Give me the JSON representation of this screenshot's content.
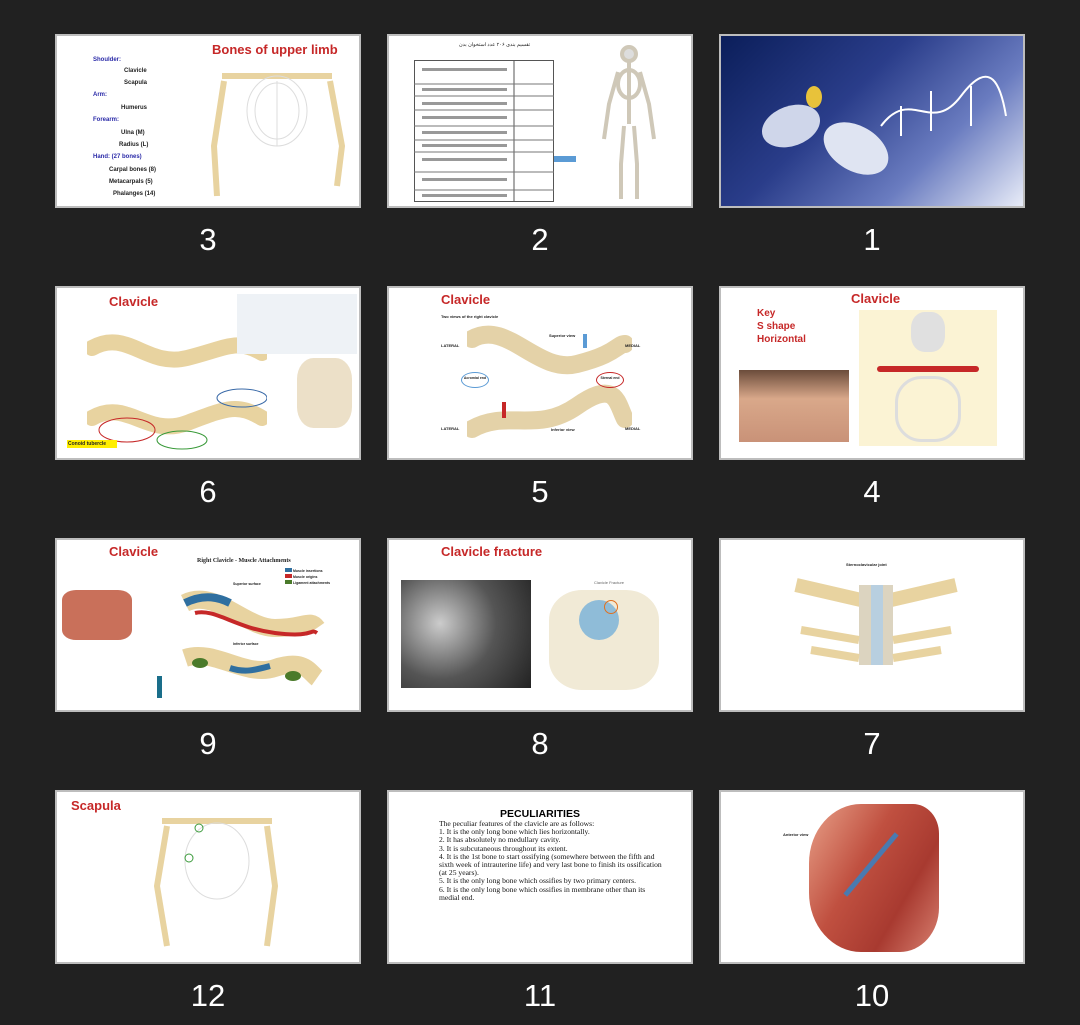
{
  "slides": [
    {
      "number": "3",
      "title": "Bones of upper limb",
      "items": [
        "Shoulder:",
        "Clavicle",
        "Scapula",
        "Arm:",
        "Humerus",
        "Forearm:",
        "Ulna (M)",
        "Radius (L)",
        "Hand: (27 bones)",
        "Carpal bones (8)",
        "Metacarpals (5)",
        "Phalanges (14)"
      ]
    },
    {
      "number": "2",
      "title": "تقسیم بندی ۲۰۶ عدد استخوان بدن"
    },
    {
      "number": "1"
    },
    {
      "number": "6",
      "title": "Clavicle",
      "note": "Conoid tubercle"
    },
    {
      "number": "5",
      "title": "Clavicle",
      "subtitle": "Two views of the right clavicle",
      "labels": [
        "LATERAL",
        "MEDIAL",
        "Superior view",
        "Inferior view",
        "Acromial end",
        "Sternal end"
      ]
    },
    {
      "number": "4",
      "title": "Clavicle",
      "items": [
        "Key",
        "S shape",
        "Horizontal"
      ]
    },
    {
      "number": "9",
      "title": "Clavicle",
      "subtitle": "Right Clavicle - Muscle Attachments",
      "legend": [
        "Muscle insertions",
        "Muscle origins",
        "Ligament attachments"
      ],
      "labels": [
        "Superior surface",
        "Inferior surface"
      ]
    },
    {
      "number": "8",
      "title": "Clavicle fracture",
      "caption": "Clavicle Fracture"
    },
    {
      "number": "7",
      "title": "Sternoclavicular joint"
    },
    {
      "number": "12",
      "title": "Scapula"
    },
    {
      "number": "11",
      "title": "PECULIARITIES",
      "intro": "The peculiar features of the clavicle are as follows:",
      "items": [
        "1. It is the only long bone which lies horizontally.",
        "2. It has absolutely no medullary cavity.",
        "3. It is subcutaneous throughout its extent.",
        "4. It is the 1st bone to start ossifying (somewhere between the fifth and sixth week of intrauterine life) and very last bone to finish its ossification (at 25 years).",
        "5. It is the only long bone which ossifies by two primary centers.",
        "6. It is the only long bone which ossifies in membrane other than its medial end."
      ]
    },
    {
      "number": "10",
      "title": "Anterior view"
    }
  ],
  "colors": {
    "background": "#212121",
    "title_red": "#c62828",
    "heading_blue": "#2a2aa8",
    "bone": "#e8d3a0"
  }
}
